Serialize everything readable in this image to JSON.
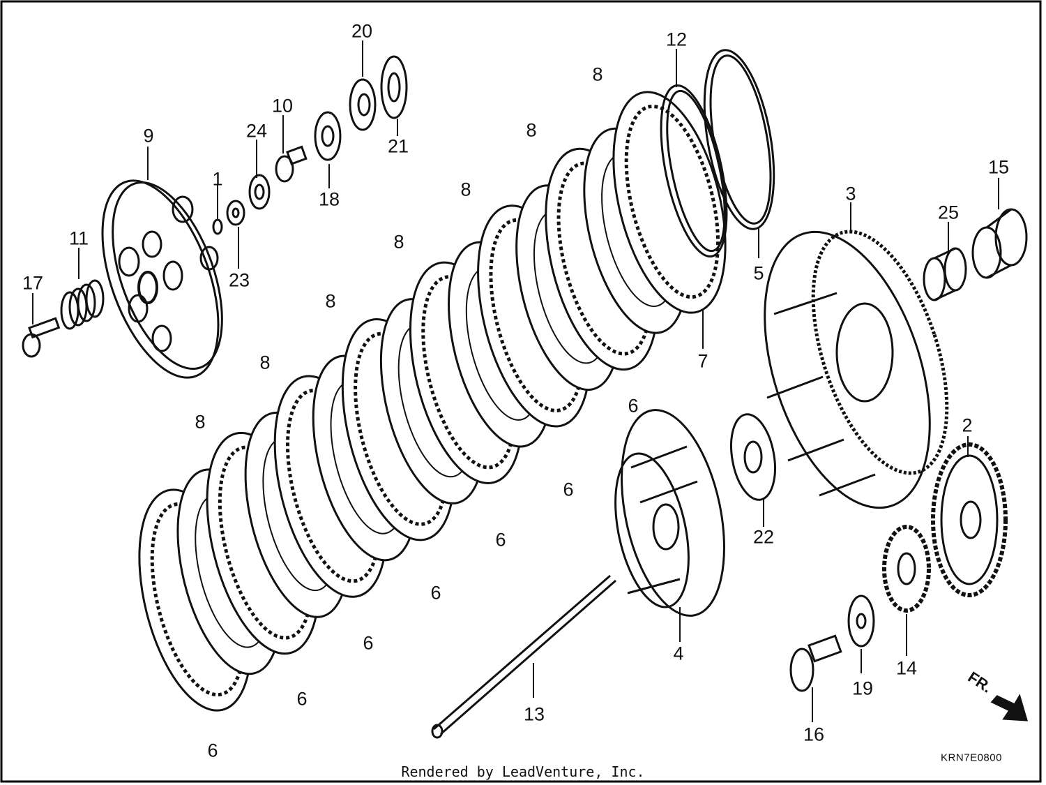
{
  "diagram": {
    "callouts": [
      "1",
      "2",
      "3",
      "4",
      "5",
      "6",
      "7",
      "8",
      "9",
      "10",
      "11",
      "12",
      "13",
      "14",
      "15",
      "16",
      "17",
      "18",
      "19",
      "20",
      "21",
      "22",
      "23",
      "24",
      "25"
    ],
    "direction_label": "FR.",
    "drawing_code": "KRN7E0800",
    "credit": "Rendered by LeadVenture, Inc.",
    "colors": {
      "line": "#111111",
      "background": "#ffffff",
      "frame": "#000000"
    }
  }
}
